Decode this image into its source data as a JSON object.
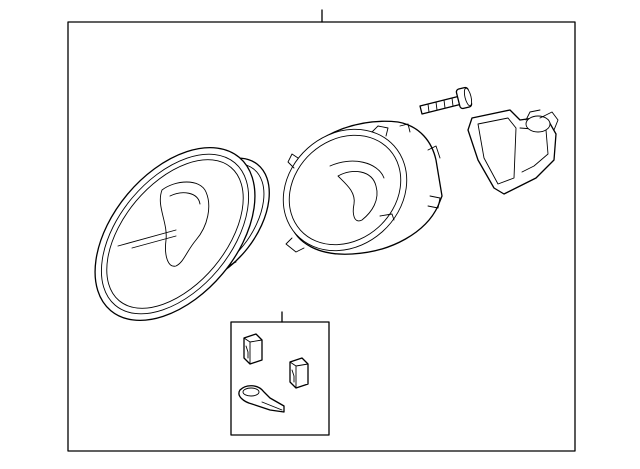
{
  "diagram": {
    "kind": "exploded parts diagram",
    "line_color": "#000000",
    "background": "#ffffff",
    "parts": [
      "lens-assembly",
      "headlamp-housing",
      "mounting-bolt",
      "bulb-socket-seal",
      "clip-kit"
    ]
  }
}
